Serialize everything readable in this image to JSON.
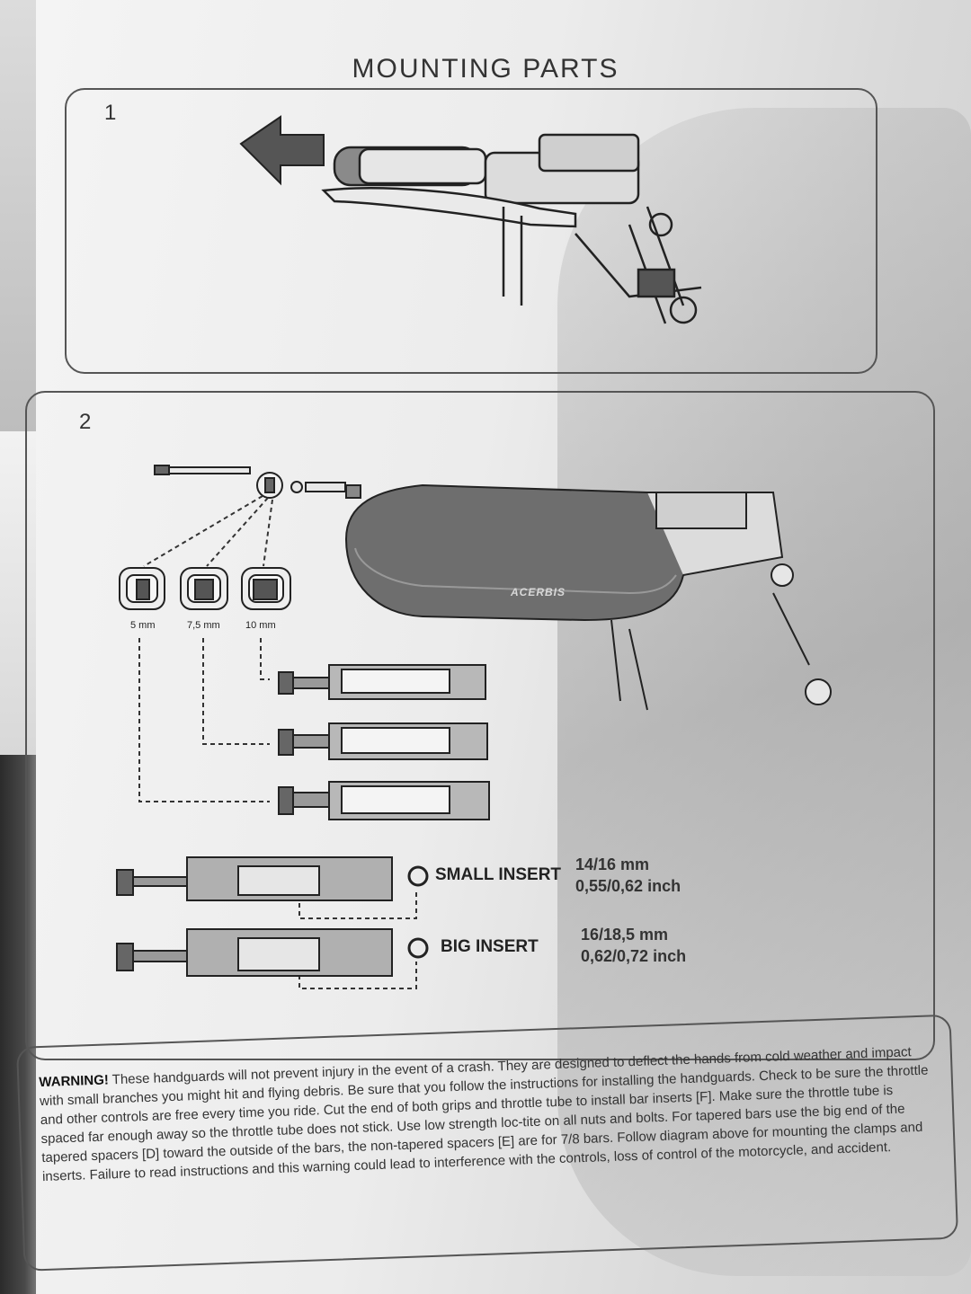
{
  "page_title": "MOUNTING PARTS",
  "steps": {
    "step1": "1",
    "step2": "2"
  },
  "spacers": {
    "s1": "5 mm",
    "s2": "7,5 mm",
    "s3": "10 mm"
  },
  "inserts": {
    "small_name": "SMALL INSERT",
    "small_mm": "14/16 mm",
    "small_inch": "0,55/0,62 inch",
    "big_name": "BIG INSERT",
    "big_mm": "16/18,5 mm",
    "big_inch": "0,62/0,72 inch"
  },
  "brand_logo": "ACERBIS",
  "warning": {
    "label": "WARNING!",
    "text": "These handguards will not prevent injury in the event of a crash. They are designed to deflect the hands from cold weather and impact with small branches you might hit and flying debris. Be sure that you follow the instructions for installing the handguards. Check to be sure the throttle and other controls are free every time you ride. Cut the end of both grips and throttle tube to install bar inserts [F]. Make sure the throttle tube is spaced far enough away so the throttle tube does not stick. Use low strength loc-tite on all nuts and bolts. For tapered bars use the big end of the tapered spacers [D] toward the outside of the bars, the non-tapered spacers [E] are for 7/8 bars. Follow diagram above for mounting the clamps and inserts. Failure to read instructions and this warning could lead to interference with the controls, loss of control of the motorcycle, and accident."
  },
  "colors": {
    "ink": "#333333",
    "paper": "#efefef",
    "guard": "#6e6e6e"
  }
}
